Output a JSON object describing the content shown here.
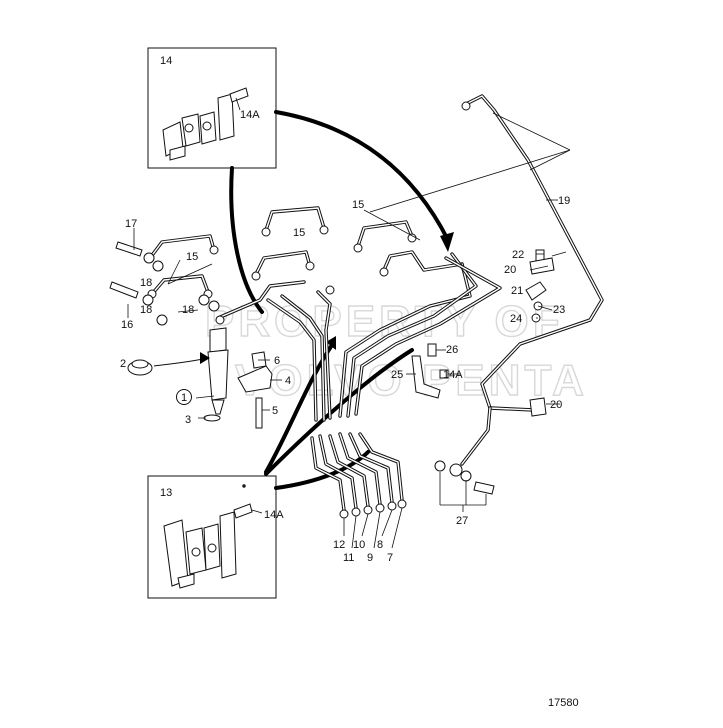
{
  "watermark": [
    "PROPERTY OF",
    "VOLVO PENTA"
  ],
  "drawing_number": "17580",
  "callouts": {
    "c1": "1",
    "c2": "2",
    "c3": "3",
    "c4": "4",
    "c5": "5",
    "c6": "6",
    "c7": "7",
    "c8": "8",
    "c9": "9",
    "c10": "10",
    "c11": "11",
    "c12": "12",
    "c13": "13",
    "c14": "14",
    "c14a_top": "14A",
    "c14a_mid": "14A",
    "c14a_bottom": "14A",
    "c15_left": "15",
    "c15_mid": "15",
    "c15_top": "15",
    "c16": "16",
    "c17": "17",
    "c18_top": "18",
    "c18_low": "18",
    "c18_mid": "18",
    "c19": "19",
    "c20_top": "20",
    "c20_low": "20",
    "c21": "21",
    "c22": "22",
    "c23": "23",
    "c24": "24",
    "c25": "25",
    "c26": "26",
    "c27": "27"
  }
}
